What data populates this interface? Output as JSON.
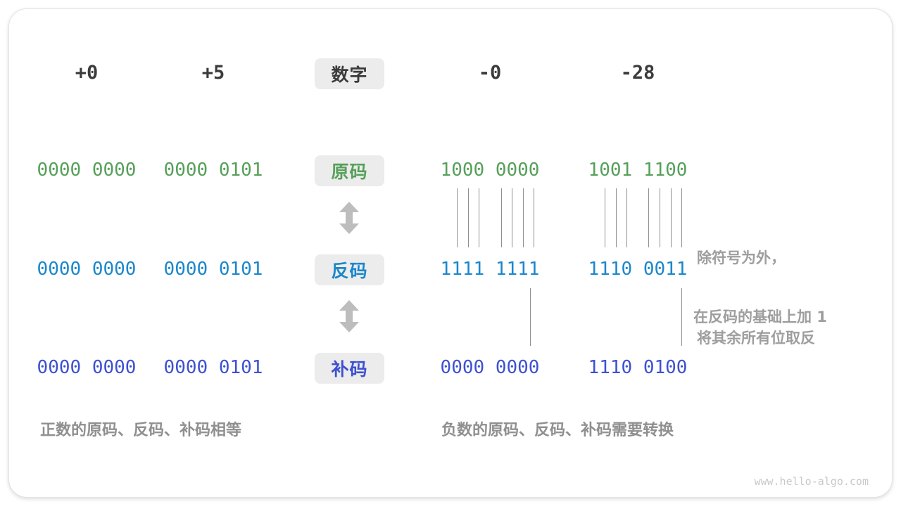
{
  "header": {
    "positive_zero": "+0",
    "positive_five": "+5",
    "number_label": "数字",
    "negative_zero": "-0",
    "negative_twenty_eight": "-28"
  },
  "rows": [
    {
      "label": "原码",
      "meaning": "sign-magnitude",
      "values": [
        "0000 0000",
        "0000 0101",
        "1000 0000",
        "1001 1100"
      ]
    },
    {
      "label": "反码",
      "meaning": "ones-complement",
      "values": [
        "0000 0000",
        "0000 0101",
        "1111 1111",
        "1110 0011"
      ]
    },
    {
      "label": "补码",
      "meaning": "twos-complement",
      "values": [
        "0000 0000",
        "0000 0101",
        "0000 0000",
        "1110 0100"
      ]
    }
  ],
  "annotations": {
    "invert_line1": "除符号为外，",
    "invert_line2": "将其余所有位取反",
    "add_one": "在反码的基础上加 1"
  },
  "captions": {
    "positive": "正数的原码、反码、补码相等",
    "negative": "负数的原码、反码、补码需要转换"
  },
  "watermark": "www.hello-algo.com",
  "colors": {
    "header_text": "#3b3b3b",
    "sign_magnitude_green": "#56a05a",
    "ones_complement_blue": "#1b87cb",
    "twos_complement_indigo": "#3d51d1",
    "annotation_gray": "#9e9e9e",
    "caption_gray": "#8f8f8f",
    "label_box_bg": "#ececec",
    "arrow_gray": "#bdbdbd",
    "line_gray": "#8f8f8f",
    "watermark_gray": "#c9c9c9"
  }
}
